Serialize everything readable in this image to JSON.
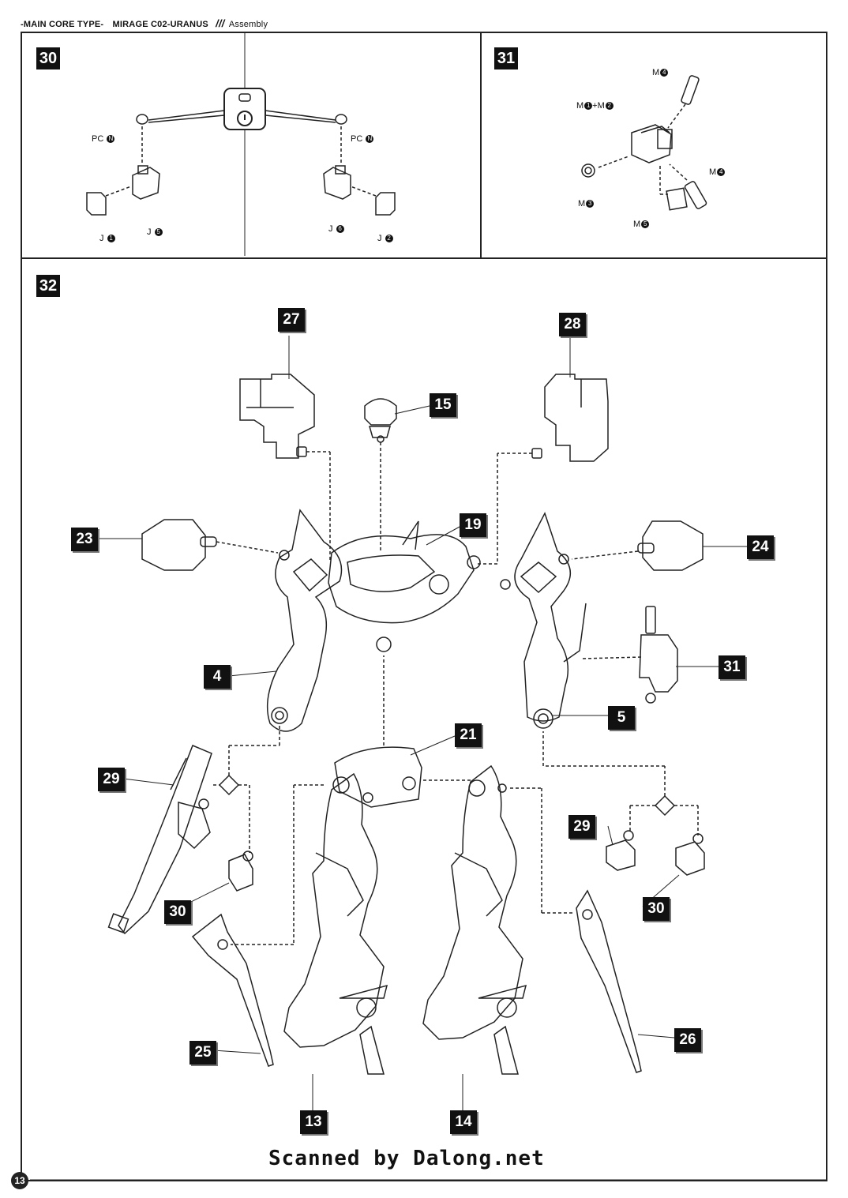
{
  "header": {
    "series": "-MAIN CORE TYPE-",
    "model": "MIRAGE C02-URANUS",
    "mark": "///",
    "section": "Assembly"
  },
  "steps": {
    "step30": {
      "number": "30",
      "labels": {
        "pc_left": "PC",
        "pc_left_dot": "N",
        "pc_right": "PC",
        "pc_right_dot": "N",
        "j1": "J",
        "j1_dot": "1",
        "j5": "J",
        "j5_dot": "5",
        "j6": "J",
        "j6_dot": "6",
        "j2": "J",
        "j2_dot": "2"
      }
    },
    "step31": {
      "number": "31",
      "labels": {
        "m4_top": "M",
        "m4_top_dot": "4",
        "m1m2": "M",
        "m1m2_dot1": "1",
        "m1m2_plus": "+M",
        "m1m2_dot2": "2",
        "m4_right": "M",
        "m4_right_dot": "4",
        "m3": "M",
        "m3_dot": "3",
        "m5": "M",
        "m5_dot": "5"
      }
    },
    "step32": {
      "number": "32",
      "callouts": {
        "c27": "27",
        "c28": "28",
        "c15": "15",
        "c19": "19",
        "c23": "23",
        "c24": "24",
        "c4": "4",
        "c5": "5",
        "c31": "31",
        "c21": "21",
        "c29a": "29",
        "c29b": "29",
        "c30a": "30",
        "c30b": "30",
        "c25": "25",
        "c26": "26",
        "c13": "13",
        "c14": "14"
      }
    }
  },
  "footer": {
    "credit": "Scanned by Dalong.net",
    "page": "13"
  }
}
